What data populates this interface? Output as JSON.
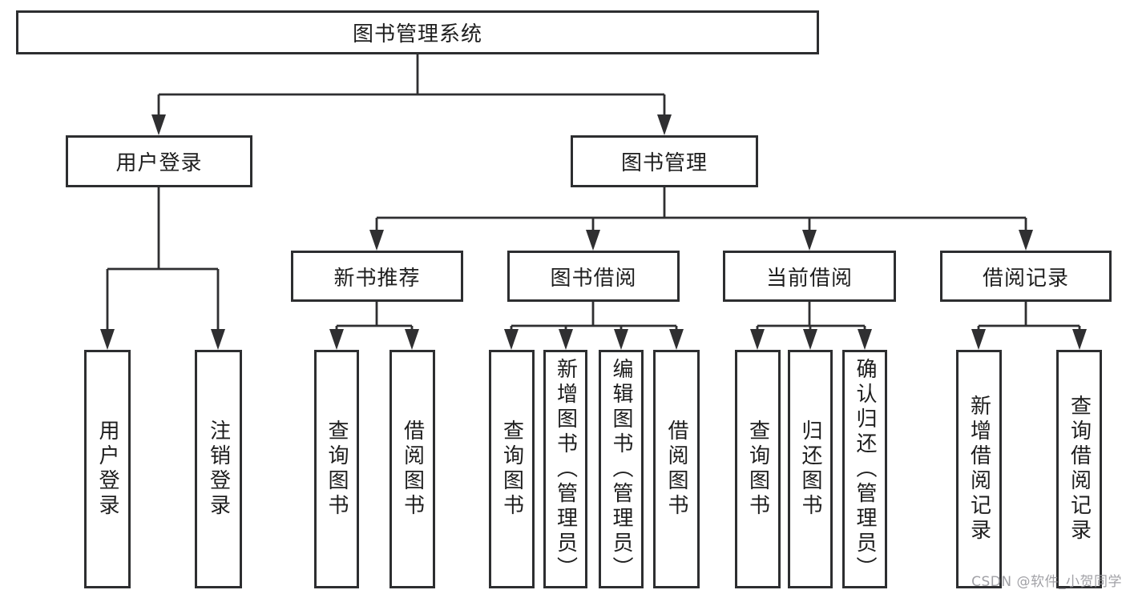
{
  "tree": {
    "label": "图书管理系统",
    "children": [
      {
        "label": "用户登录",
        "children": [
          {
            "label": "用户登录"
          },
          {
            "label": "注销登录"
          }
        ]
      },
      {
        "label": "图书管理",
        "children": [
          {
            "label": "新书推荐",
            "children": [
              {
                "label": "查询图书"
              },
              {
                "label": "借阅图书"
              }
            ]
          },
          {
            "label": "图书借阅",
            "children": [
              {
                "label": "查询图书"
              },
              {
                "label": "新增图书（管理员）"
              },
              {
                "label": "编辑图书（管理员）"
              },
              {
                "label": "借阅图书"
              }
            ]
          },
          {
            "label": "当前借阅",
            "children": [
              {
                "label": "查询图书"
              },
              {
                "label": "归还图书"
              },
              {
                "label": "确认归还（管理员）"
              }
            ]
          },
          {
            "label": "借阅记录",
            "children": [
              {
                "label": "新增借阅记录"
              },
              {
                "label": "查询借阅记录"
              }
            ]
          }
        ]
      }
    ]
  },
  "watermark": {
    "text": "CSDN @软件_小贺同学"
  },
  "colors": {
    "background": "#ffffff",
    "line": "#2f2f31",
    "box_border": "#2d2e30",
    "text": "#1e1e1e",
    "watermark": "#97979d"
  }
}
